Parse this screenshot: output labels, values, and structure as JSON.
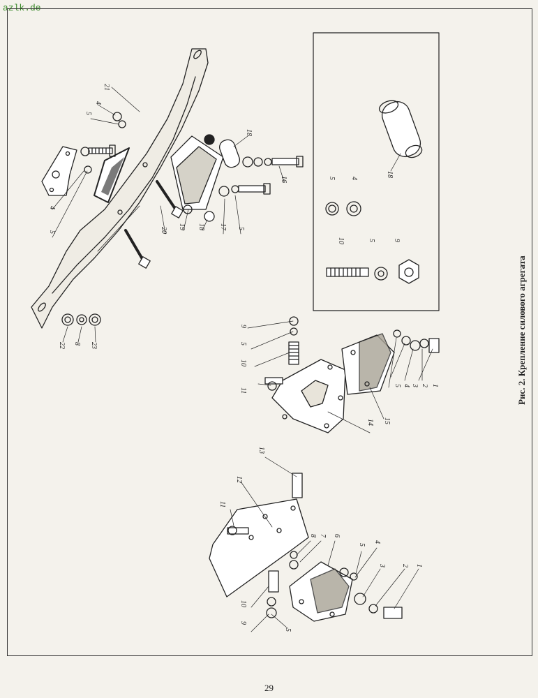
{
  "watermark": "azlk.de",
  "caption": "Рис. 2. Крепление силового агрегата",
  "page_number": "29",
  "callouts": {
    "c21": "21",
    "c4a": "4",
    "c5a": "5",
    "c4b": "4",
    "c5b": "5",
    "c20": "20",
    "c19": "19",
    "c18a": "18",
    "c18b": "18",
    "c17": "17",
    "c5c": "5",
    "c16": "16",
    "c22": "22",
    "c8a": "8",
    "c23": "23",
    "i5": "5",
    "i4": "4",
    "i18": "18",
    "i10": "10",
    "i5b": "5",
    "i9": "9",
    "m9": "9",
    "m5": "5",
    "m10": "10",
    "m11": "11",
    "m14": "14",
    "m15": "15",
    "m1": "1",
    "m2": "2",
    "m3": "3",
    "m4": "4",
    "m5b": "5",
    "l13": "13",
    "l12": "12",
    "l11": "11",
    "l10": "10",
    "l9": "9",
    "l5": "5",
    "l7": "7",
    "l8": "8",
    "l6": "6",
    "l5b": "5",
    "l4": "4",
    "l3": "3",
    "l2": "2",
    "l1": "1"
  }
}
